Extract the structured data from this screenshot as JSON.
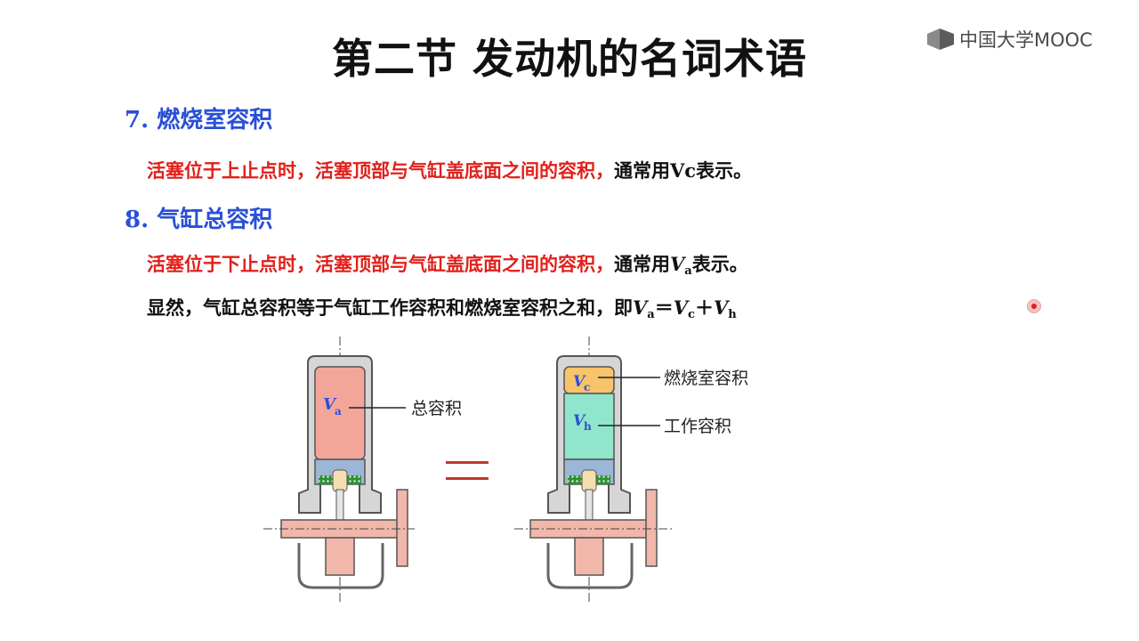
{
  "logo": {
    "text": "中国大学MOOC"
  },
  "slide": {
    "title": "第二节  发动机的名词术语",
    "sec7": {
      "heading": "7. 燃烧室容积",
      "def_red": "活塞位于上止点时，活塞顶部与气缸盖底面之间的容积，",
      "def_black": "通常用Vc表示。"
    },
    "sec8": {
      "heading": "8. 气缸总容积",
      "def_red": "活塞位于下止点时，活塞顶部与气缸盖底面之间的容积，",
      "def_black_pre": "通常用",
      "def_var": "V",
      "def_var_sub": "a",
      "def_black_post": "表示。",
      "eq_prefix": "显然，气缸总容积等于气缸工作容积和燃烧室容积之和，即",
      "eq_v1": "V",
      "eq_s1": "a",
      "eq_op1": "＝",
      "eq_v2": "V",
      "eq_s2": "c",
      "eq_op2": "＋",
      "eq_v3": "V",
      "eq_s3": "h"
    }
  },
  "diagram": {
    "left_var": "V",
    "left_sub": "a",
    "left_label": "总容积",
    "right_vc_var": "V",
    "right_vc_sub": "c",
    "right_vc_label": "燃烧室容积",
    "right_vh_var": "V",
    "right_vh_sub": "h",
    "right_vh_label": "工作容积",
    "colors": {
      "total": "#f4a59a",
      "combustion": "#f7c36b",
      "working": "#8fe6cc",
      "equals": "#c0392b"
    }
  }
}
